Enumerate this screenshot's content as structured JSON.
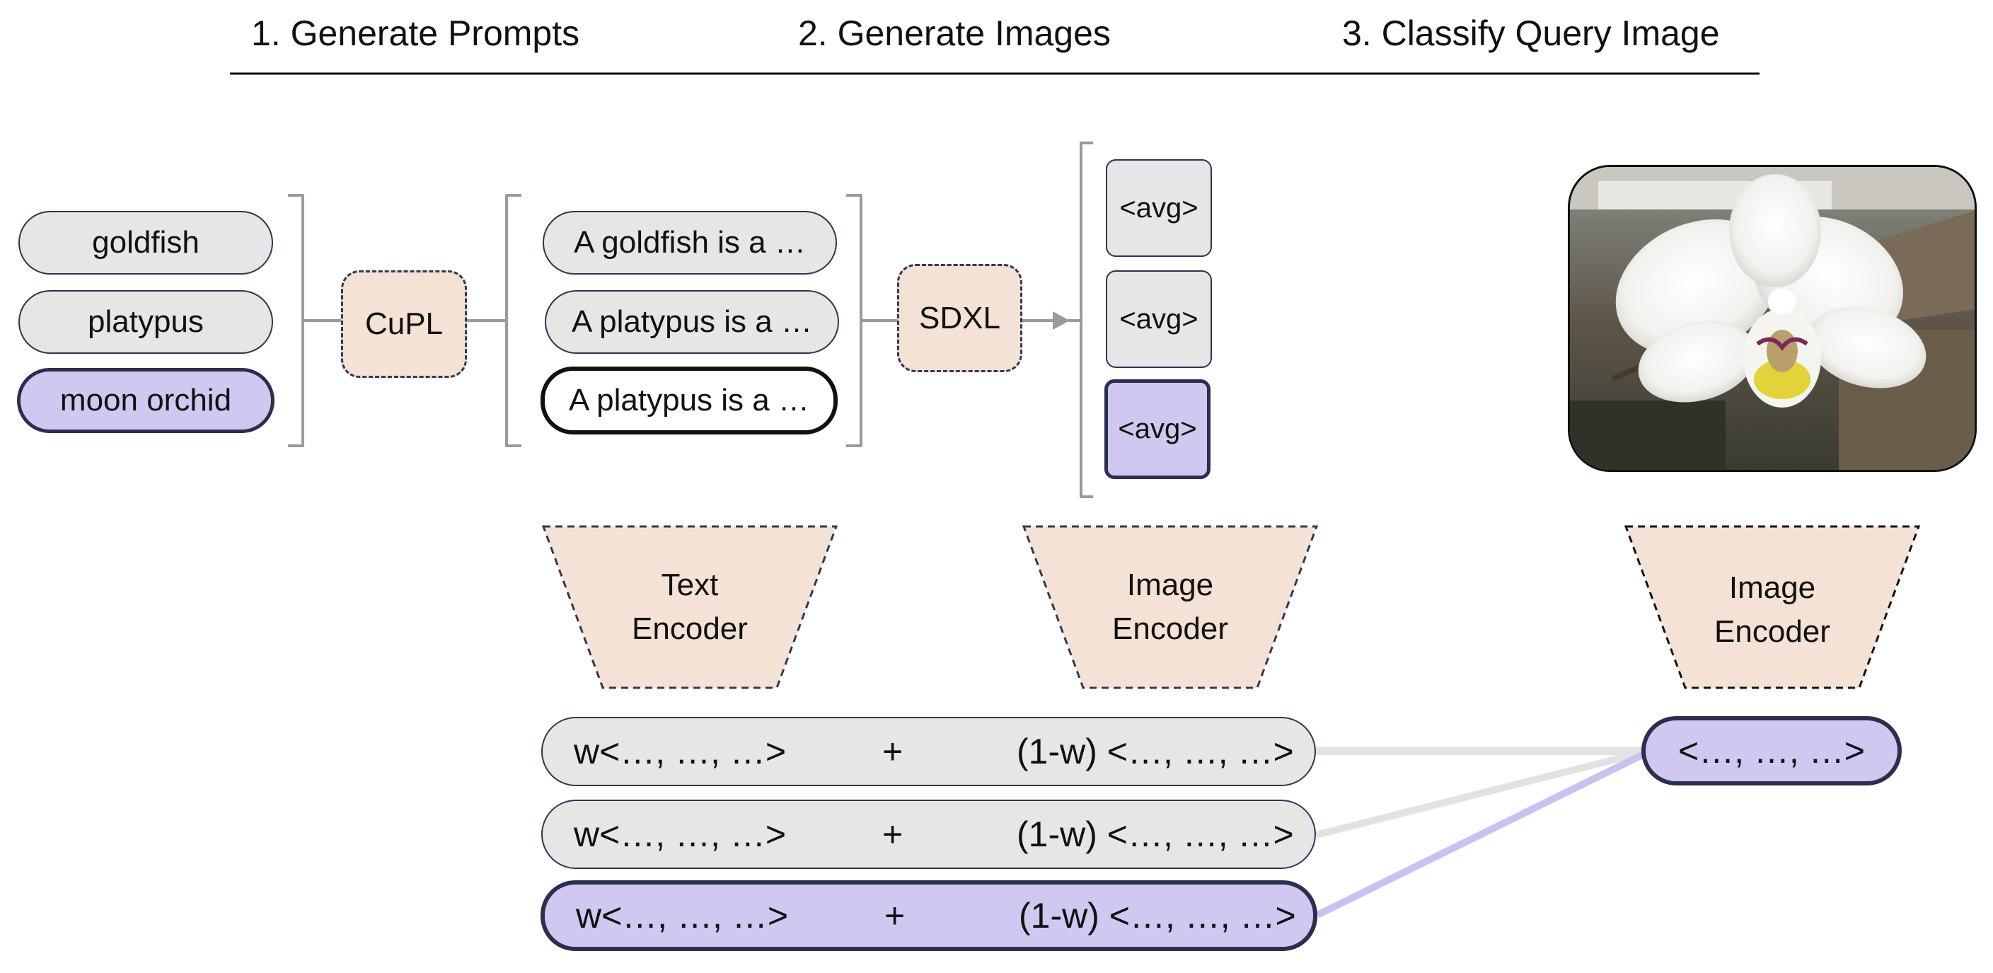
{
  "steps": [
    "1. Generate Prompts",
    "2. Generate Images",
    "3. Classify Query Image"
  ],
  "classes": [
    "goldfish",
    "platypus",
    "moon orchid"
  ],
  "cupl_label": "CuPL",
  "prompts": [
    "A goldfish is a …",
    "A platypus is a …",
    "A platypus is a …"
  ],
  "sdxl_label": "SDXL",
  "avg_label": "<avg>",
  "text_encoder": {
    "line1": "Text",
    "line2": "Encoder"
  },
  "image_encoder": {
    "line1": "Image",
    "line2": "Encoder"
  },
  "query_encoder": {
    "line1": "Image",
    "line2": "Encoder"
  },
  "embedding_rows": [
    {
      "text_part": "w<…, …, …>",
      "operator": "+",
      "image_part": "(1-w) <…, …, …>"
    },
    {
      "text_part": "w<…, …, …>",
      "operator": "+",
      "image_part": "(1-w) <…, …, …>"
    },
    {
      "text_part": "w<…, …, …>",
      "operator": "+",
      "image_part": "(1-w) <…, …, …>"
    }
  ],
  "query_embedding": "<…, …, …>",
  "colors": {
    "highlight": "#d0c8f0",
    "neutral": "#e6e6e6",
    "process": "#f4e2d6",
    "outline": "#2a2f4d",
    "link_highlight": "#c9c1f0",
    "link_neutral": "#e2e2e2"
  },
  "query_image": "white moon orchid photograph"
}
